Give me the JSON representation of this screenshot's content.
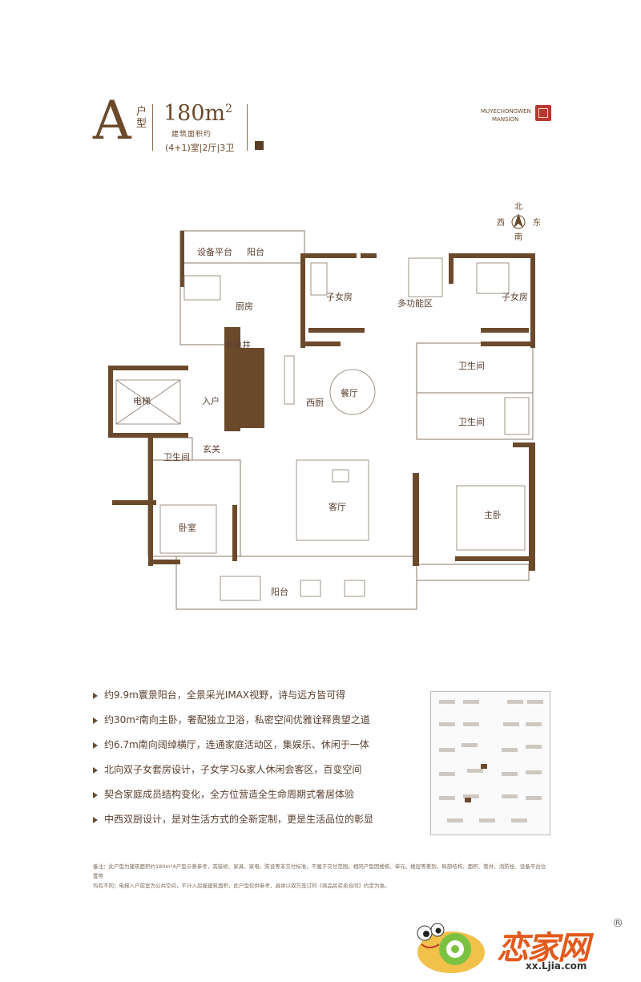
{
  "header": {
    "type_letter": "A",
    "type_suffix": "户型",
    "area": "180m",
    "area_sup": "2",
    "area_caption": "建筑面积约",
    "rooms": "(4+1)室|2厅|3卫"
  },
  "brand": {
    "line1": "MUYECHONGWEN",
    "line2": "MANSION"
  },
  "compass": {
    "north": "北",
    "south": "南",
    "west": "西",
    "east": "东"
  },
  "plan": {
    "labels": {
      "equipment": "设备平台",
      "balcony_top": "阳台",
      "kitchen": "厨房",
      "water_elec": "水电井",
      "elevator": "电梯",
      "entry": "入户",
      "foyer": "玄关",
      "bath_small": "卫生间",
      "bedroom": "卧室",
      "child_left": "子女房",
      "child_right": "子女房",
      "multi": "多功能区",
      "west_kitchen": "西厨",
      "dining": "餐厅",
      "bath_top": "卫生间",
      "bath_mid": "卫生间",
      "living": "客厅",
      "master": "主卧",
      "balcony_bottom": "阳台"
    }
  },
  "features": [
    "约9.9m寰景阳台，全景采光IMAX视野，诗与远方皆可得",
    "约30m²南向主卧，奢配独立卫浴，私密空间优雅诠释贵望之道",
    "约6.7m南向阔绰横厅，连通家庭活动区，集娱乐、休闲于一体",
    "北向双子女套房设计，子女学习&家人休闲会客区，百变空间",
    "契合家庭成员结构变化，全方位营造全生命周期式奢居体验",
    "中西双厨设计，是对生活方式的全新定制，更是生活品位的彰显"
  ],
  "note": {
    "line1": "备注：此户型为建筑面积约180m²A户型示意参考，其装修、家具、家电、陈设等非交付标准，不属于交付范围。相同户型因楼栋、单元、楼层等差别，局部结构、面积、管井、消防栓、设备平台位置等",
    "line2": "均有不同；电梯入户前室为公共空间，不计入房屋建筑面积，此户型仅供参考，具体以双方签订的《商品房买卖合同》约定为准。"
  },
  "watermark": {
    "logo_text": "恋家网",
    "url": "xx.Ljia.com",
    "reg": "®"
  },
  "colors": {
    "wall": "#6b4a2b",
    "accent": "#e35a1c"
  }
}
